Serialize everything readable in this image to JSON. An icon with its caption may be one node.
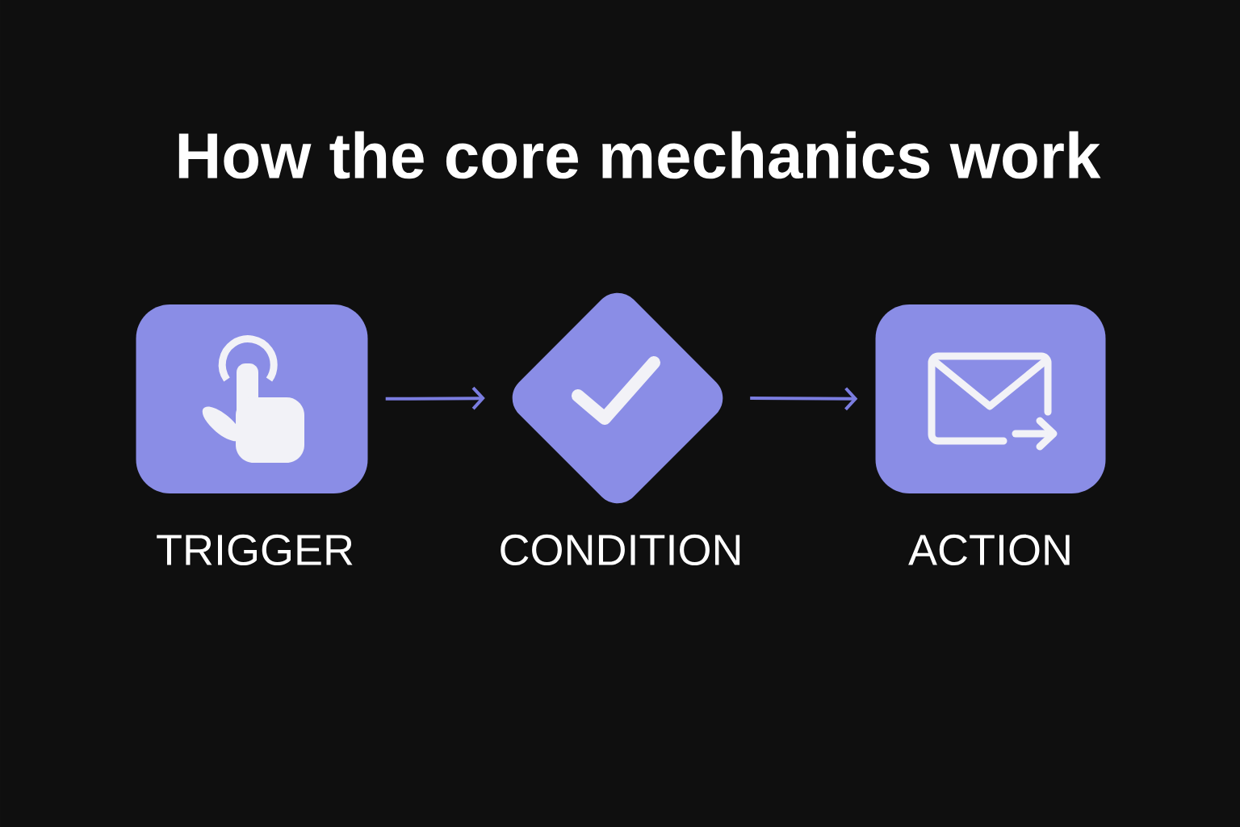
{
  "diagram": {
    "title": "How the core mechanics work",
    "nodes": [
      {
        "text": [
          "TRIGGER"
        ]
      },
      {
        "text": [
          "CONDITION"
        ]
      },
      {
        "text": [
          "ACTION"
        ]
      }
    ],
    "edges": [
      {
        "from": 0,
        "to": 1,
        "arrow": "to"
      },
      {
        "from": 1,
        "to": 2,
        "arrow": "to"
      }
    ]
  }
}
